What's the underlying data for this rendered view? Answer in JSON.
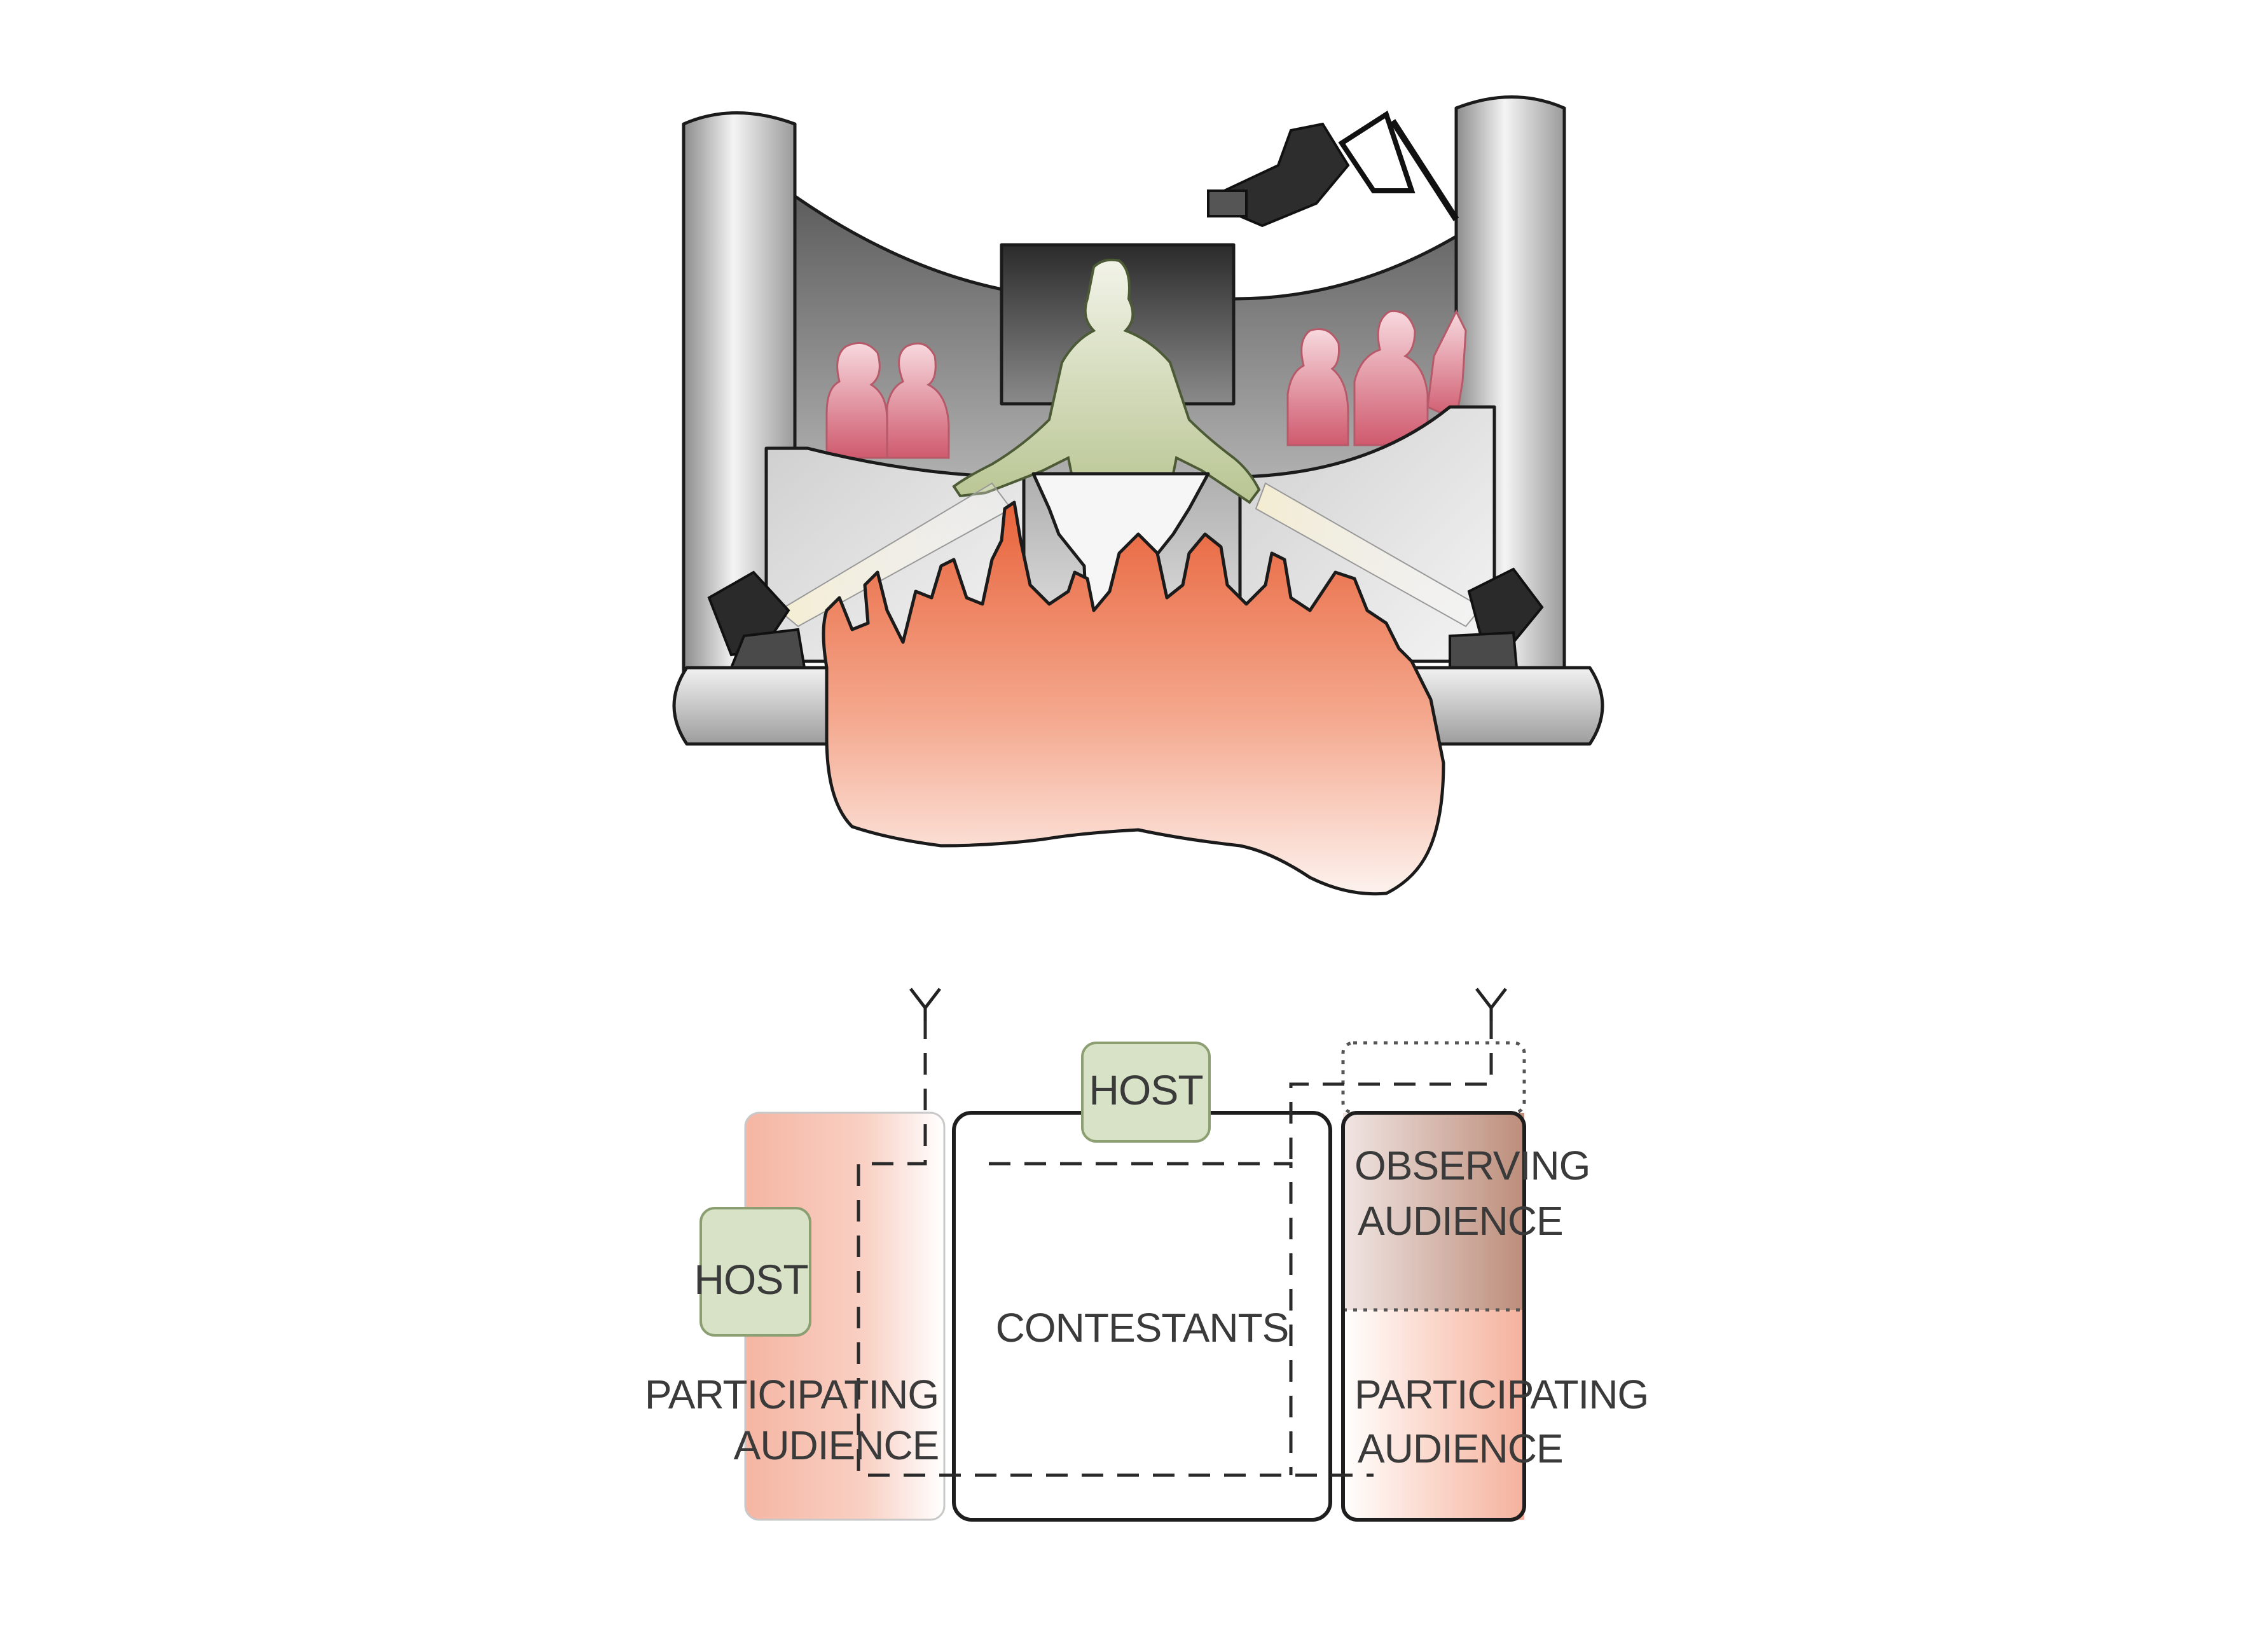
{
  "colors": {
    "audience_participating": "#f4ad98",
    "audience_participating_light": "#fbe6de",
    "contestants_dark": "#d9665e",
    "contestants_light": "#fdf2f3",
    "host_fill": "#d7e2c6",
    "host_stroke": "#8c9f72",
    "observing_dark": "#b98773",
    "observing_light": "#f0e4e1",
    "stage_gray": "#b8b8b8",
    "crowd_orange": "#e8633a",
    "panel_pink": "#cf5a6e"
  },
  "illustration": {
    "icons": [
      "stage-backdrop-icon",
      "host-silhouette-icon",
      "crowd-silhouette-icon",
      "camera-icon",
      "spotlight-icon",
      "podium-icon"
    ]
  },
  "plan": {
    "host_top": "HOST",
    "host_left": "HOST",
    "contestants": "CONTESTANTS",
    "participating_left_1": "PARTICIPATING",
    "participating_left_2": "AUDIENCE",
    "observing_1": "OBSERVING",
    "observing_2": "AUDIENCE",
    "participating_right_1": "PARTICIPATING",
    "participating_right_2": "AUDIENCE",
    "camera_marker": "Y"
  }
}
